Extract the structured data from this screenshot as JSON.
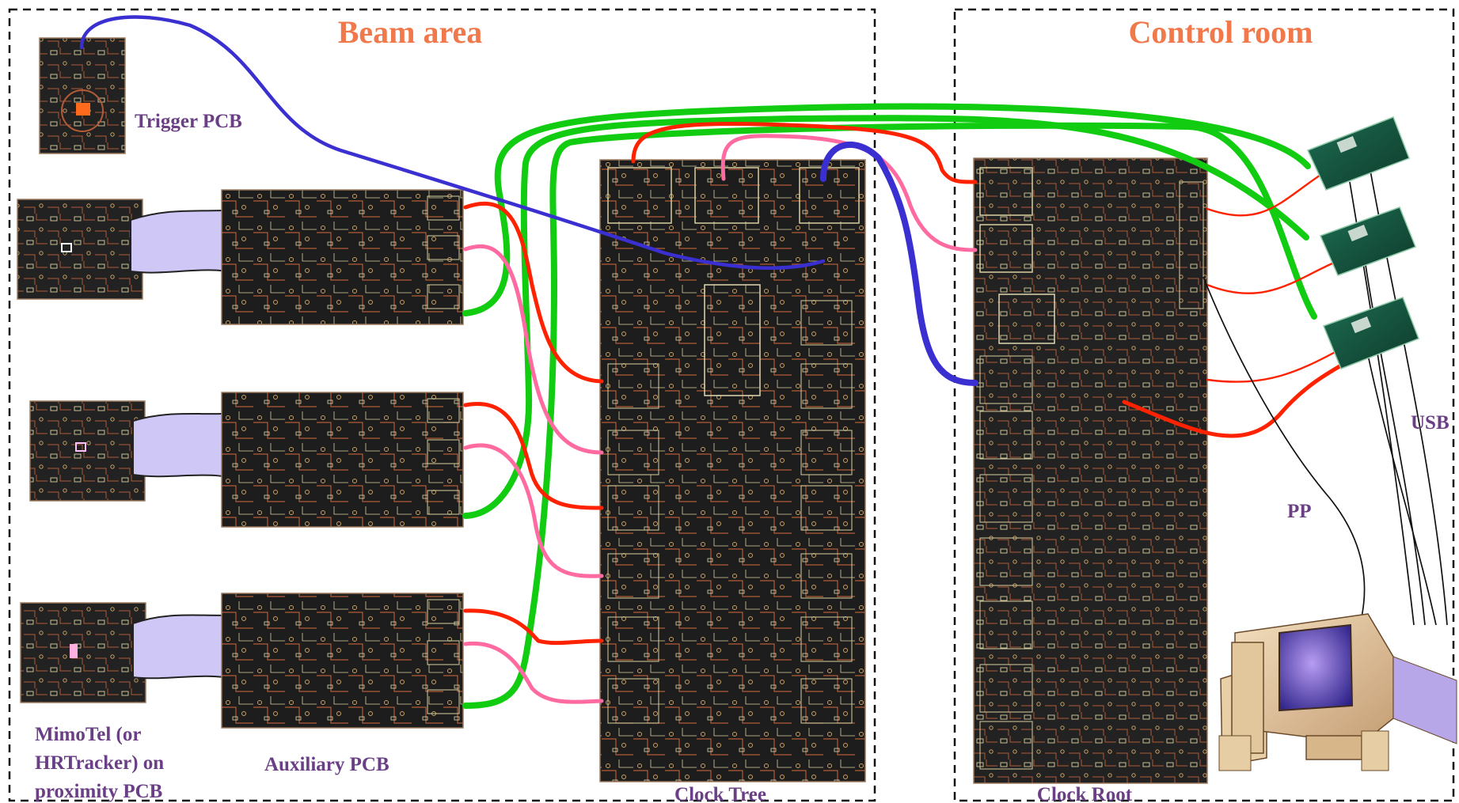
{
  "areas": {
    "beam": "Beam area",
    "control": "Control room"
  },
  "labels": {
    "trigger_pcb": "Trigger PCB",
    "mimotel_line1": "MimoTel (or",
    "mimotel_line2": "HRTracker) on",
    "mimotel_line3": "proximity PCB",
    "auxiliary_pcb": "Auxiliary PCB",
    "clock_tree": "Clock Tree",
    "clock_root": "Clock Root",
    "pp": "PP",
    "usb": "USB"
  },
  "colors": {
    "area_title": "#f0784a",
    "label": "#6b3f86",
    "cable_green": "#11cc11",
    "cable_red": "#ff2200",
    "cable_pink": "#ff6aa0",
    "cable_blue": "#3a2fd0",
    "flex_cable": "#cfc8f7"
  },
  "icons": {
    "computer": "desktop-computer-icon",
    "daq_card": "pci-card-icon"
  }
}
